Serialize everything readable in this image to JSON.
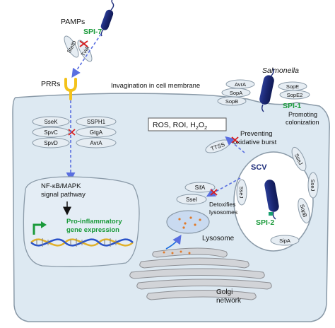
{
  "labels": {
    "pamps": "PAMPs",
    "spi7": "SPI-7",
    "stef": "StefD",
    "tvia": "TviA",
    "prrs": "PRRs",
    "invagination": "Invagination in cell membrane",
    "salmonella": "Salmonella",
    "spi1": "SPI-1",
    "promoting": "Promoting",
    "colonization": "colonization",
    "ros": "ROS, ROI, H",
    "ros_sub": "2",
    "ros_o": "O",
    "preventing": "Preventing",
    "oxidative": "oxidative burst",
    "ttss": "TTSS",
    "scv": "SCV",
    "spi2": "SPI-2",
    "nfkb1": "NF-κB/MAPK",
    "nfkb2": "signal pathway",
    "proinf1": "Pro-inflammatory",
    "proinf2": "gene expression",
    "detox1": "Detoxifies",
    "detox2": "lysosomes",
    "lysosome": "Lysosome",
    "golgi1": "Golgi",
    "golgi2": "network"
  },
  "spi1_effectors": [
    "AvrA",
    "SopE",
    "SopA",
    "SopE2",
    "SopB"
  ],
  "left_effectors": [
    "SseK",
    "SSPH1",
    "SpvC",
    "GtgA",
    "SpvD",
    "AvrA"
  ],
  "lyso_effectors": [
    "SifA",
    "SseI"
  ],
  "scv_effectors": [
    "SseJ",
    "SseJ",
    "SseJ",
    "SopB",
    "SipA"
  ],
  "colors": {
    "cell_fill": "#dde9f2",
    "cell_stroke": "#8a9aa8",
    "bacterium": "#1c2c7a",
    "arrow_blue": "#5a6fe0",
    "green": "#1a9a3a",
    "red_x": "#d81e1e",
    "receptor": "#f3c21b",
    "oval_fill": "#e6edf3",
    "oval_stroke": "#8a9aa8"
  }
}
